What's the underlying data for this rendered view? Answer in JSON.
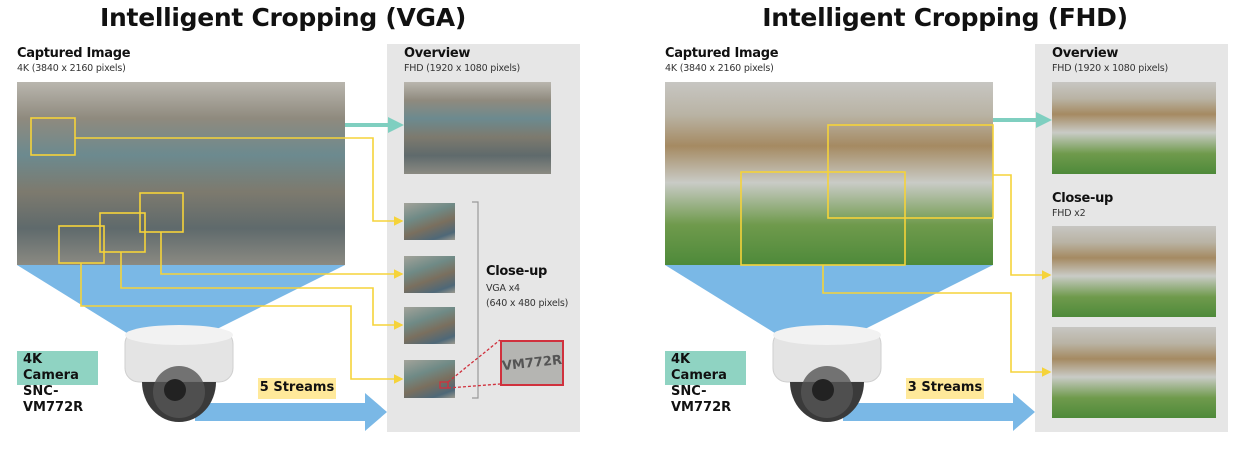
{
  "vga": {
    "title": "Intelligent Cropping (VGA)",
    "captured_label": "Captured Image",
    "captured_sub": "4K (3840 x 2160 pixels)",
    "overview_label": "Overview",
    "overview_sub": "FHD (1920 x 1080 pixels)",
    "closeup_label": "Close-up",
    "closeup_sub1": "VGA x4",
    "closeup_sub2": "(640 x 480 pixels)",
    "camera_line1": "4K Camera",
    "camera_line2": "SNC-VM772R",
    "streams": "5 Streams",
    "plate_text": "VM772R"
  },
  "fhd": {
    "title": "Intelligent Cropping (FHD)",
    "captured_label": "Captured Image",
    "captured_sub": "4K (3840 x 2160 pixels)",
    "overview_label": "Overview",
    "overview_sub": "FHD (1920 x 1080 pixels)",
    "closeup_label": "Close-up",
    "closeup_sub1": "FHD x2",
    "camera_line1": "4K Camera",
    "camera_line2": "SNC-VM772R",
    "streams": "3 Streams"
  },
  "colors": {
    "teal": "#7fcfc0",
    "yellow": "#f5d33a",
    "blue": "#79b8e8",
    "red": "#d0313d",
    "panel": "#e6e6e6"
  }
}
